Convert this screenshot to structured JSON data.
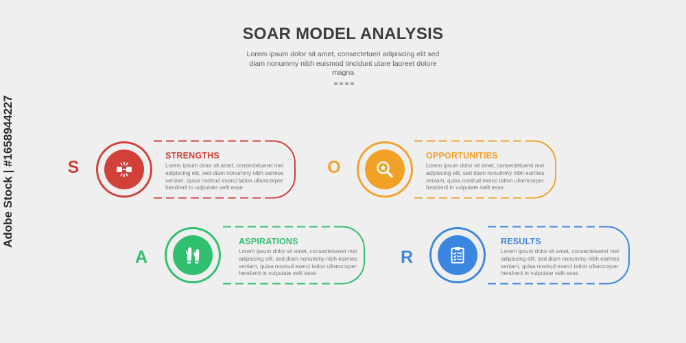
{
  "header": {
    "title": "SOAR MODEL ANALYSIS",
    "subtitle": "Lorem ipsum dolor sit amet, consectetueri adipiscing elit sed diam nonummy nibh euismod tincidunt utare laoreet dolore magna"
  },
  "watermark": "Adobe Stock | #1658944227",
  "colors": {
    "background": "#efefef",
    "strengths": "#d2403a",
    "opportunities": "#f2a127",
    "aspirations": "#2fbf6e",
    "results": "#3b86e0"
  },
  "items": [
    {
      "letter": "S",
      "title": "STRENGTHS",
      "text": "Lorem ipsum dolor sit amet, consectetuerei mei adipiscing elit, sed diam nonummy nibh earmes veniam, quisa nostrud exerci tation ullamcorper hendrerit in vulputate velit esse",
      "icon": "broken-link-icon",
      "color": "#d2403a"
    },
    {
      "letter": "O",
      "title": "OPPORTUNITIES",
      "text": "Lorem ipsum dolor sit amet, consectetuerei mei adipiscing elit, sed diam nonummy nibh earmes veniam, quisa nostrud exerci tation ullamcorper hendrerit in vulputate velit esse",
      "icon": "star-magnifier-icon",
      "color": "#f2a127"
    },
    {
      "letter": "A",
      "title": "ASPIRATIONS",
      "text": "Lorem ipsum dolor sit amet, consectetuerei mei adipiscing elit, sed diam nonummy nibh earmes veniam, quisa nostrud exerci tation ullamcorper hendrerit in vulputate velit esse",
      "icon": "raised-hands-icon",
      "color": "#2fbf6e"
    },
    {
      "letter": "R",
      "title": "RESULTS",
      "text": "Lorem ipsum dolor sit amet, consectetuerei mei adipiscing elit, sed diam nonummy nibh earmes veniam, quisa nostrud exerci tation ullamcorper hendrerit in vulputate velit esse",
      "icon": "clipboard-checklist-icon",
      "color": "#3b86e0"
    }
  ]
}
